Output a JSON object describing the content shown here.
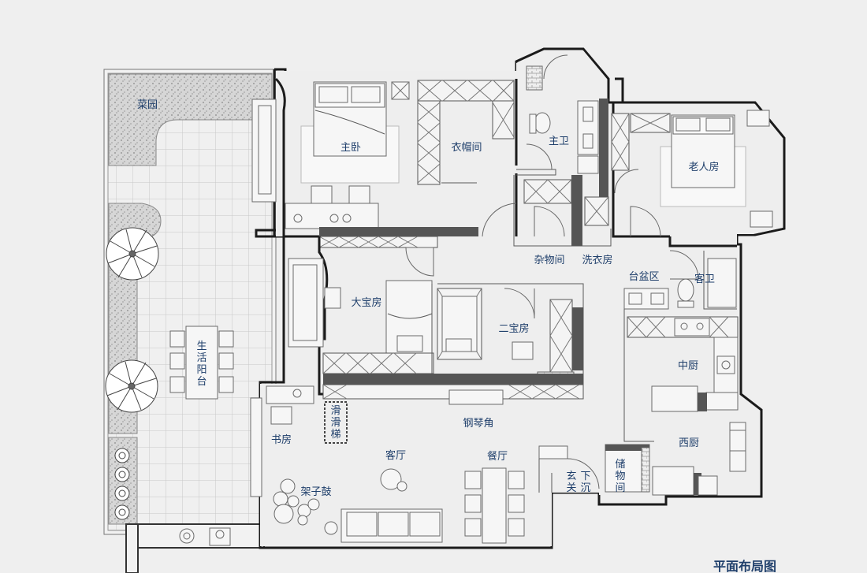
{
  "plan_title": "平面布局图",
  "rooms": {
    "vegetable_garden": "菜园",
    "master_bedroom": "主卧",
    "cloakroom": "衣帽间",
    "master_bathroom": "主卫",
    "elder_room": "老人房",
    "storage_room": "杂物间",
    "laundry_room": "洗衣房",
    "basin_area": "台盆区",
    "guest_bathroom": "客卫",
    "big_kids_room": "大宝房",
    "second_kids_room": "二宝房",
    "chinese_kitchen": "中厨",
    "western_kitchen": "西厨",
    "living_balcony": [
      "生",
      "活",
      "阳",
      "台"
    ],
    "slide": [
      "滑",
      "滑",
      "梯"
    ],
    "study": "书房",
    "piano_corner": "钢琴角",
    "living_room": "客厅",
    "dining_room": "餐厅",
    "drum_kit": "架子鼓",
    "entrance": [
      "玄",
      "关"
    ],
    "sunken": [
      "下",
      "沉"
    ],
    "storage_closet": [
      "储",
      "物",
      "间"
    ]
  }
}
